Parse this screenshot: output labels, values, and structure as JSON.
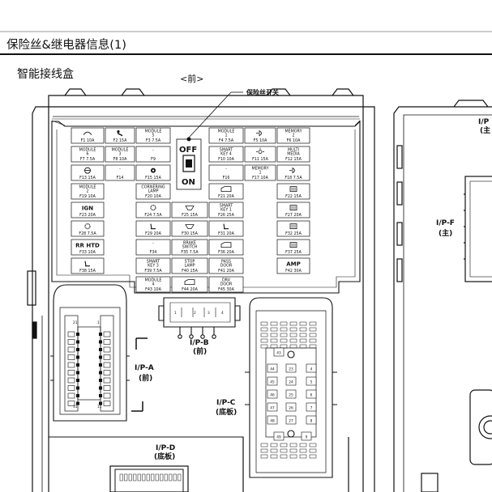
{
  "page": {
    "title": "保险丝&继电器信息(1)",
    "subtitle": "智能接线盒"
  },
  "labels": {
    "front": "<前>",
    "fuse_switch": "保险丝开关",
    "off": "OFF",
    "on": "ON",
    "ipa_code": "I/P-A",
    "ipa_sub": "(前)",
    "ipb_code": "I/P-B",
    "ipb_sub": "(前)",
    "ipc_code": "I/P-C",
    "ipc_sub": "(底板)",
    "ipd_code": "I/P-D",
    "ipd_sub": "(底板)",
    "ipf_code": "I/P-F",
    "ipf_sub": "(主)",
    "ip_right_code": "I/P",
    "ip_right_sub": "(主"
  },
  "fuses_left": [
    {
      "name": "",
      "code": "F1 10A",
      "icon": "wiper-icon"
    },
    {
      "name": "MODULE\n6",
      "code": "F7 7.5A"
    },
    {
      "name": "",
      "code": "F13 15A",
      "icon": "steering-icon"
    },
    {
      "name": "MODULE\n2",
      "code": "F19 10A"
    },
    {
      "name": "IGN",
      "code": "F23 20A"
    },
    {
      "name": "",
      "code": "F28 7.5A",
      "icon": "gear-icon"
    },
    {
      "name": "RR HTD",
      "code": "F33 10A"
    },
    {
      "name": "",
      "code": "F38 15A",
      "icon": "seat-icon"
    }
  ],
  "fuses_left2": [
    {
      "name": "",
      "code": "F2 15A",
      "icon": "airbag-icon"
    },
    {
      "name": "MODULE\n3",
      "code": "F8 10A"
    },
    {
      "name": "-",
      "code": "F14"
    }
  ],
  "fuses_mid": [
    {
      "name": "MODULE\n5",
      "code": "F3 7.5A"
    },
    {
      "name": "-",
      "code": "F9"
    },
    {
      "name": "",
      "code": "F15 15A",
      "icon": "key-icon"
    },
    {
      "name": "CORNERING\nLAMP",
      "code": "F20 10A"
    },
    {
      "name": "",
      "code": "F24 7.5A",
      "icon": "gear-icon"
    },
    {
      "name": "",
      "code": "F29 20A",
      "icon": "seat-icon"
    },
    {
      "name": "-",
      "code": "F34"
    },
    {
      "name": "SMART\nKEY 3",
      "code": "F39 7.5A"
    },
    {
      "name": "MODULE\n4",
      "code": "F43 10A"
    }
  ],
  "fuses_mid2": [
    {
      "name": "",
      "code": "F25 15A",
      "icon": "mirror-icon"
    },
    {
      "name": "",
      "code": "F30 15A",
      "icon": "mirror-icon"
    },
    {
      "name": "BRAKE\nSWITCH",
      "code": "F35 7.5A"
    },
    {
      "name": "STOP\nLAMP",
      "code": "F40 15A"
    },
    {
      "name": "",
      "code": "F44 20A",
      "icon": "door-icon"
    }
  ],
  "fuses_right1": [
    {
      "name": "MODULE\n1",
      "code": "F4 7.5A"
    },
    {
      "name": "SMART\nKEY 4",
      "code": "F10 10A"
    },
    {
      "name": "-",
      "code": "F16"
    },
    {
      "name": "",
      "code": "F21 20A",
      "icon": "door-icon"
    },
    {
      "name": "SMART\nKEY 1",
      "code": "F26 25A"
    },
    {
      "name": "",
      "code": "F31 20A",
      "icon": "seat-icon"
    },
    {
      "name": "",
      "code": "F36 20A",
      "icon": "door-icon"
    },
    {
      "name": "PASS\nDOOR",
      "code": "F41 20A"
    },
    {
      "name": "DRV\nDOOR",
      "code": "F45 30A"
    }
  ],
  "fuses_right2": [
    {
      "name": "",
      "code": "F5 10A",
      "icon": "lamp-icon"
    },
    {
      "name": "",
      "code": "F11 15A",
      "icon": "sun-icon"
    },
    {
      "name": "MEMORY\n1",
      "code": "F17 10A"
    }
  ],
  "fuses_right3": [
    {
      "name": "MEMORY\n2",
      "code": "F6 10A"
    },
    {
      "name": "MULTI\nMEDIA",
      "code": "F12 15A"
    },
    {
      "name": "",
      "code": "F18 7.5A",
      "icon": "lamp-icon"
    },
    {
      "name": "",
      "code": "F22 15A",
      "icon": "heater-icon"
    },
    {
      "name": "",
      "code": "F27 20A",
      "icon": "heater-icon"
    },
    {
      "name": "",
      "code": "F32 25A",
      "icon": "heater-icon"
    },
    {
      "name": "",
      "code": "F37 25A",
      "icon": "heater-icon"
    },
    {
      "name": "AMP",
      "code": "F42 30A"
    }
  ],
  "connector_ipa": {
    "pins_top": [
      "21",
      "1"
    ],
    "pins_bottom": [
      "31",
      "11"
    ]
  },
  "connector_ipb": {
    "pins": [
      "1",
      "2",
      "3",
      "4"
    ]
  },
  "connector_ipc": {
    "pins": [
      "43",
      "44",
      "23",
      "4",
      "45",
      "24",
      "5",
      "46",
      "25",
      "6",
      "47",
      "26",
      "7",
      "48",
      "27",
      "8",
      "49",
      "9"
    ]
  }
}
